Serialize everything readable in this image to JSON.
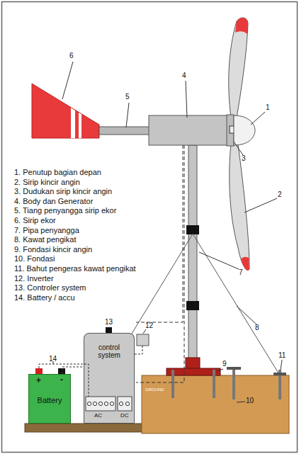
{
  "diagram": {
    "nodes": [
      {
        "text": [
          "control system"
        ]
      },
      {
        "text": [
          "Battery"
        ]
      }
    ],
    "edges": [
      {
        "from": 1,
        "to": 0,
        "arrow": "none"
      }
    ],
    "labels": [
      "1. Penutup bagian depan",
      "2. Sirip kincir angin",
      "3. Dudukan sirip kincir angin",
      "4. Body dan Generator",
      "5. Tiang penyangga sirip ekor",
      "6. Sirip ekor",
      "7. Pipa penyangga",
      "8. Kawat pengikat",
      "9. Fondasi kincir angin",
      "10. Fondasi",
      "11. Bahut pengeras kawat pengikat",
      "12. Inverter",
      "13. Controler system",
      "14. Battery / accu",
      "1",
      "2",
      "3",
      "4",
      "5",
      "6",
      "7",
      "8",
      "9",
      "10",
      "11",
      "12",
      "13",
      "14",
      "+",
      "-",
      "AC",
      "DC",
      "GROUND"
    ]
  }
}
